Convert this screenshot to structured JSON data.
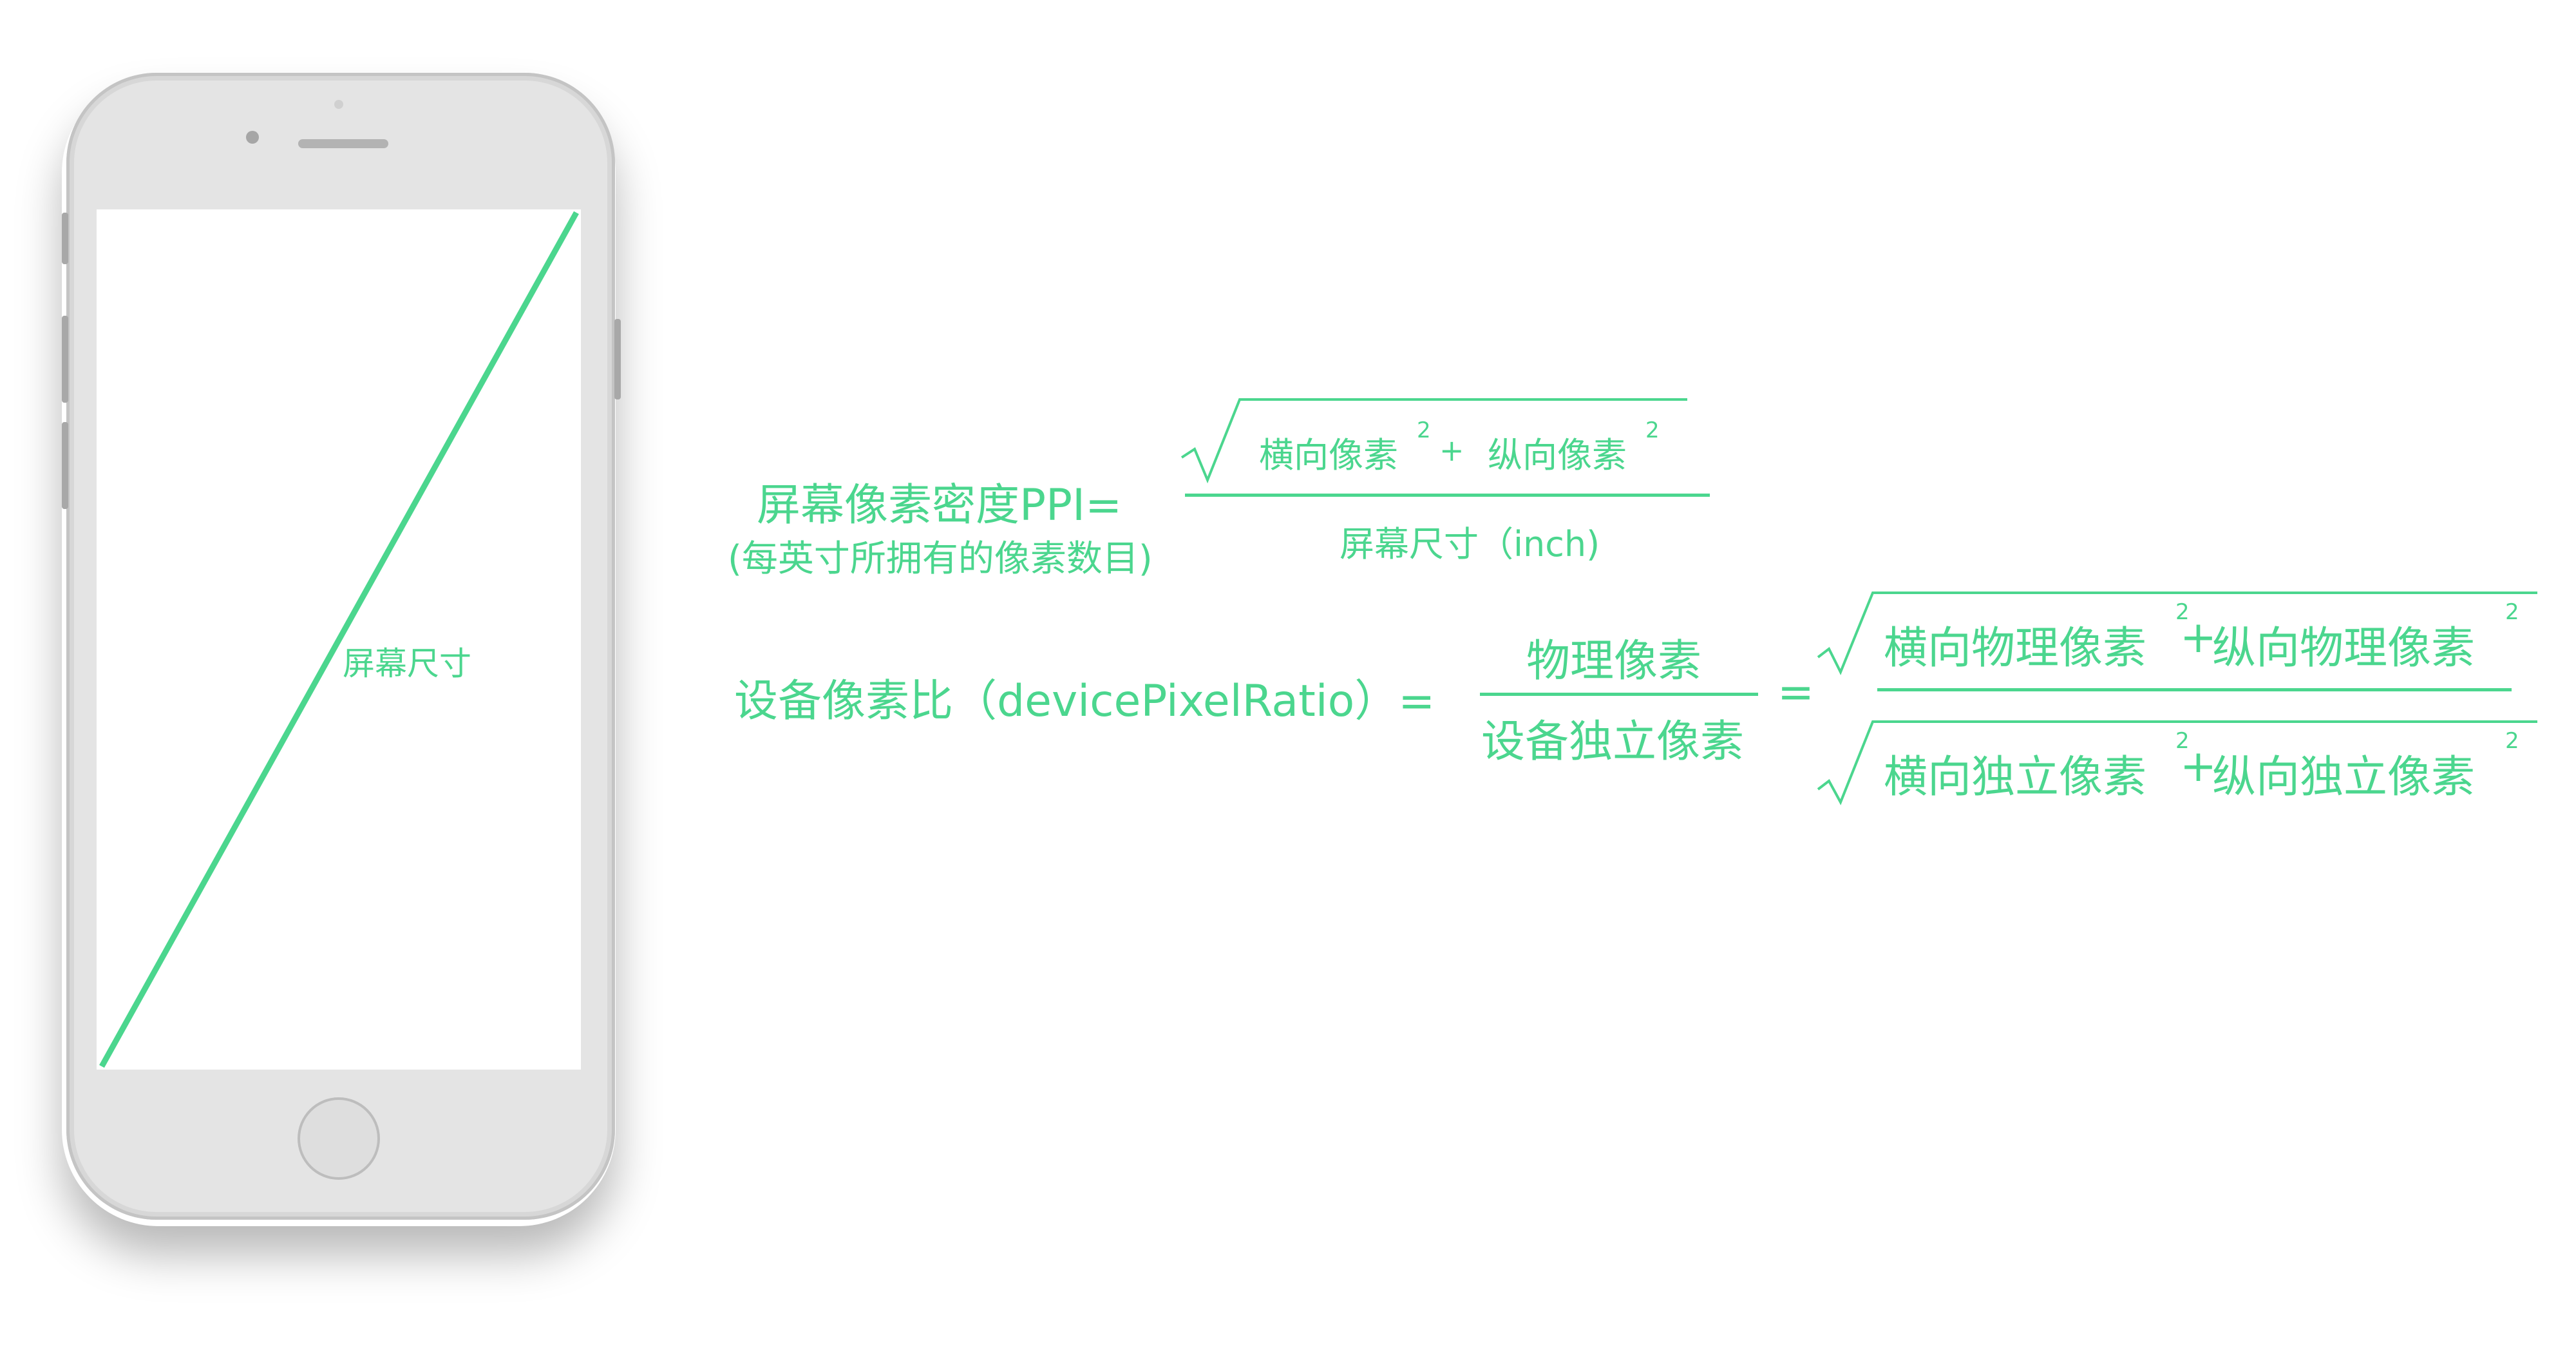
{
  "phone": {
    "diagonal_label": "屏幕尺寸",
    "line_color": "#4bd68e"
  },
  "ppi_formula": {
    "lhs": "屏幕像素密度PPI=",
    "lhs_note": "(每英寸所拥有的像素数目)",
    "numerator_term1": "横向像素",
    "numerator_term2": "纵向像素",
    "plus": "+",
    "exponent": "2",
    "denominator": "屏幕尺寸（inch)"
  },
  "dpr_formula": {
    "lhs": "设备像素比（devicePixelRatio）=",
    "fraction_numerator": "物理像素",
    "fraction_denominator": "设备独立像素",
    "equals": "=",
    "root_numerator_term1": "横向物理像素",
    "root_numerator_term2": "纵向物理像素",
    "root_denominator_term1": "横向独立像素",
    "root_denominator_term2": "纵向独立像素",
    "plus": "+",
    "exponent": "2"
  },
  "colors": {
    "accent": "#4bd68e",
    "phone_body": "#d7d7d7",
    "screen": "#ffffff"
  }
}
